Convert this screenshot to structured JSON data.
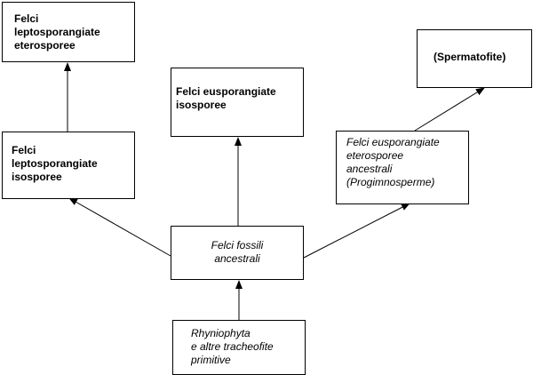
{
  "nodes": {
    "leptosporangiate_heterosporous": {
      "lines": [
        "Felci",
        "leptosporangiate",
        "eterosporee"
      ]
    },
    "leptosporangiate_isosporous": {
      "lines": [
        "Felci",
        "leptosporangiate",
        "isosporee"
      ]
    },
    "eusporangiate_isosporous": {
      "lines": [
        "Felci eusporangiate",
        "isosporee"
      ]
    },
    "spermatophytes": {
      "lines": [
        "(Spermatofite)"
      ]
    },
    "eusporangiate_heterosporous": {
      "lines": [
        "Felci eusporangiate",
        "eterosporee",
        "ancestrali",
        "(Progimnosperme)"
      ]
    },
    "ancestral_fossil_ferns": {
      "lines": [
        "Felci fossili",
        "ancestrali"
      ]
    },
    "rhyniophyta": {
      "lines": [
        "Rhyniophyta",
        "e altre tracheofite",
        "primitive"
      ]
    }
  },
  "edges": [
    {
      "from": "rhyniophyta",
      "to": "ancestral_fossil_ferns"
    },
    {
      "from": "ancestral_fossil_ferns",
      "to": "eusporangiate_isosporous"
    },
    {
      "from": "ancestral_fossil_ferns",
      "to": "leptosporangiate_isosporous"
    },
    {
      "from": "ancestral_fossil_ferns",
      "to": "eusporangiate_heterosporous"
    },
    {
      "from": "leptosporangiate_isosporous",
      "to": "leptosporangiate_heterosporous"
    },
    {
      "from": "eusporangiate_heterosporous",
      "to": "spermatophytes"
    }
  ],
  "colors": {
    "line": "#000000",
    "border": "#000000",
    "background": "#ffffff"
  }
}
